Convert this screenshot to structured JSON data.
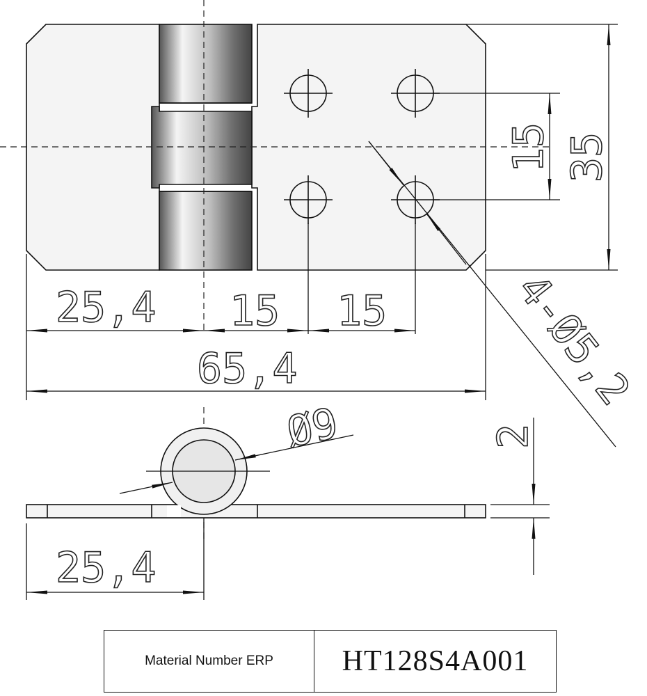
{
  "dimensions": {
    "left_width": "25,4",
    "pitch_1": "15",
    "pitch_2": "15",
    "overall_length": "65,4",
    "hole_spacing": "15",
    "overall_height": "35",
    "holes": "4-Ø5,2",
    "pin_diameter": "Ø9",
    "thickness": "2",
    "side_left_width": "25,4"
  },
  "title_block": {
    "label": "Material Number ERP",
    "value": "HT128S4A001"
  }
}
